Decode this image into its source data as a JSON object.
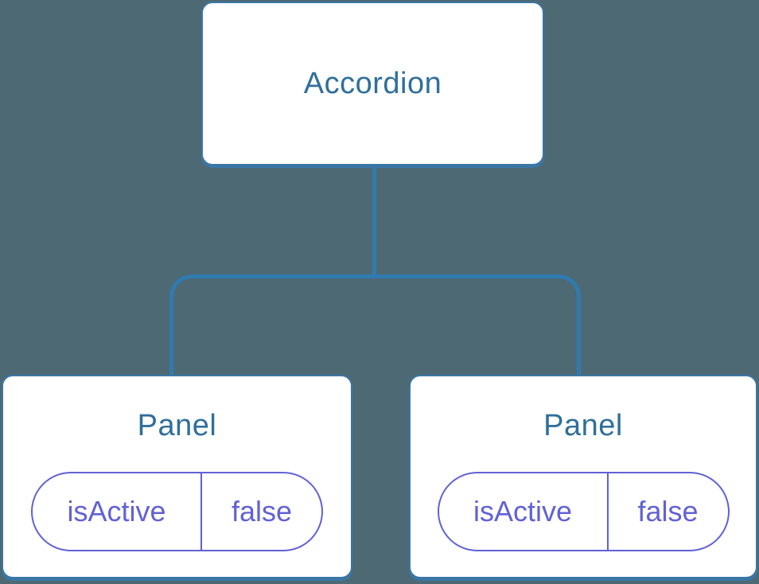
{
  "colors": {
    "background": "#4d6974",
    "line": "#2f7bb1",
    "box_border": "#3a77a6",
    "title": "#2f6f9c",
    "pill": "#6161d6"
  },
  "tree": {
    "root": {
      "label": "Accordion"
    },
    "children": [
      {
        "label": "Panel",
        "prop": {
          "name": "isActive",
          "value": "false"
        }
      },
      {
        "label": "Panel",
        "prop": {
          "name": "isActive",
          "value": "false"
        }
      }
    ]
  }
}
